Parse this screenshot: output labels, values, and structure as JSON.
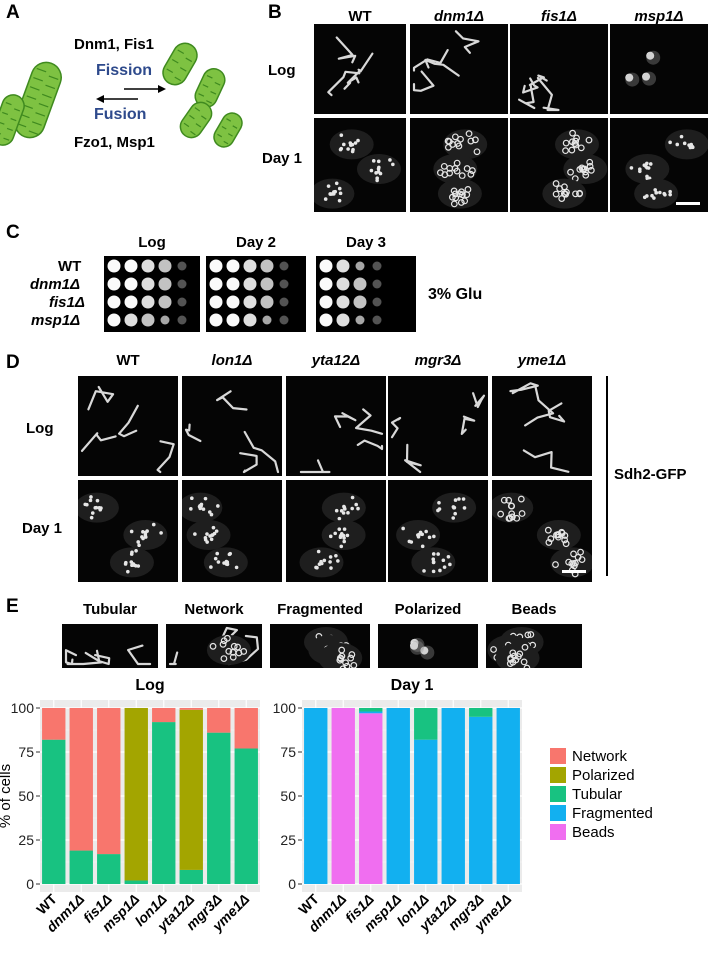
{
  "panels": {
    "a": "A",
    "b": "B",
    "c": "C",
    "d": "D",
    "e": "E"
  },
  "panel_a": {
    "top_label": "Dnm1, Fis1",
    "fission": "Fission",
    "fusion": "Fusion",
    "bottom_label": "Fzo1, Msp1",
    "colors": {
      "mito": "#7ec242",
      "mito_stroke": "#3f8a1f",
      "arrow_text": "#2e4a8c"
    }
  },
  "panel_b": {
    "columns": [
      "WT",
      "dnm1Δ",
      "fis1Δ",
      "msp1Δ"
    ],
    "rows": [
      "Log",
      "Day 1"
    ]
  },
  "panel_c": {
    "strains": [
      "WT",
      "dnm1Δ",
      "fis1Δ",
      "msp1Δ"
    ],
    "timepoints": [
      "Log",
      "Day 2",
      "Day 3"
    ],
    "condition": "3% Glu"
  },
  "panel_d": {
    "columns": [
      "WT",
      "lon1Δ",
      "yta12Δ",
      "mgr3Δ",
      "yme1Δ"
    ],
    "rows": [
      "Log",
      "Day 1"
    ],
    "marker": "Sdh2-GFP"
  },
  "panel_e": {
    "morphologies": [
      "Tubular",
      "Network",
      "Fragmented",
      "Polarized",
      "Beads"
    ]
  },
  "chart_data": [
    {
      "type": "bar",
      "title": "Log",
      "ylabel": "% of cells",
      "ylim": [
        0,
        100
      ],
      "yticks": [
        0,
        25,
        50,
        75,
        100
      ],
      "categories": [
        "WT",
        "dnm1Δ",
        "fis1Δ",
        "msp1Δ",
        "lon1Δ",
        "yta12Δ",
        "mgr3Δ",
        "yme1Δ"
      ],
      "stacked": true,
      "series": [
        {
          "name": "Beads",
          "color": "#f06ef0",
          "values": [
            0,
            0,
            0,
            0,
            0,
            0,
            0,
            0
          ]
        },
        {
          "name": "Fragmented",
          "color": "#12b0f0",
          "values": [
            0,
            0,
            0,
            0,
            0,
            0,
            0,
            0
          ]
        },
        {
          "name": "Tubular",
          "color": "#18c281",
          "values": [
            82,
            19,
            17,
            2,
            92,
            8,
            86,
            77
          ]
        },
        {
          "name": "Polarized",
          "color": "#a3a500",
          "values": [
            0,
            0,
            0,
            98,
            0,
            91,
            0,
            0
          ]
        },
        {
          "name": "Network",
          "color": "#f8766d",
          "values": [
            18,
            81,
            83,
            0,
            8,
            1,
            14,
            23
          ]
        }
      ],
      "grid": true
    },
    {
      "type": "bar",
      "title": "Day 1",
      "ylim": [
        0,
        100
      ],
      "yticks": [
        0,
        25,
        50,
        75,
        100
      ],
      "categories": [
        "WT",
        "dnm1Δ",
        "fis1Δ",
        "msp1Δ",
        "lon1Δ",
        "yta12Δ",
        "mgr3Δ",
        "yme1Δ"
      ],
      "stacked": true,
      "series": [
        {
          "name": "Beads",
          "color": "#f06ef0",
          "values": [
            0,
            100,
            97,
            0,
            0,
            0,
            0,
            0
          ]
        },
        {
          "name": "Fragmented",
          "color": "#12b0f0",
          "values": [
            100,
            0,
            1,
            100,
            82,
            100,
            95,
            100
          ]
        },
        {
          "name": "Tubular",
          "color": "#18c281",
          "values": [
            0,
            0,
            2,
            0,
            18,
            0,
            5,
            0
          ]
        },
        {
          "name": "Polarized",
          "color": "#a3a500",
          "values": [
            0,
            0,
            0,
            0,
            0,
            0,
            0,
            0
          ]
        },
        {
          "name": "Network",
          "color": "#f8766d",
          "values": [
            0,
            0,
            0,
            0,
            0,
            0,
            0,
            0
          ]
        }
      ],
      "grid": true
    }
  ],
  "legend": {
    "placement": "right",
    "items": [
      {
        "label": "Network",
        "color": "#f8766d"
      },
      {
        "label": "Polarized",
        "color": "#a3a500"
      },
      {
        "label": "Tubular",
        "color": "#18c281"
      },
      {
        "label": "Fragmented",
        "color": "#12b0f0"
      },
      {
        "label": "Beads",
        "color": "#f06ef0"
      }
    ]
  }
}
